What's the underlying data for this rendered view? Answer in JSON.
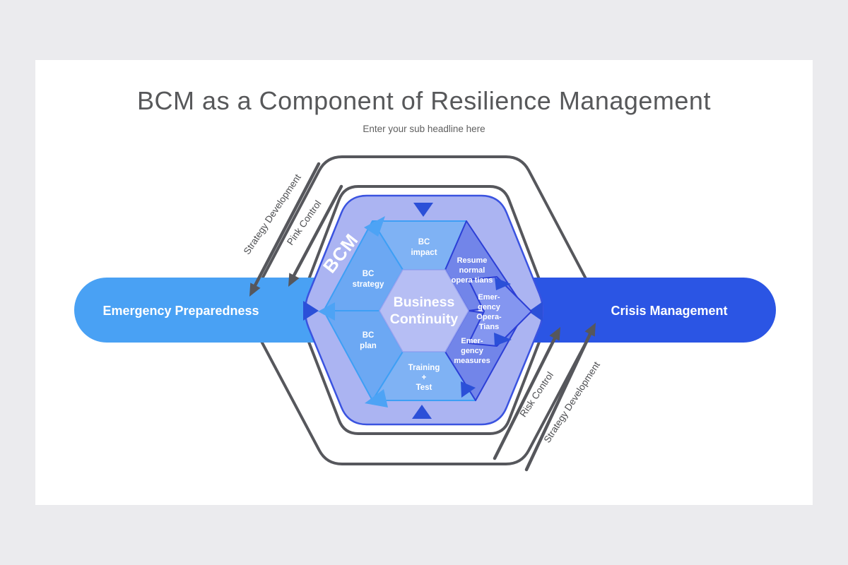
{
  "page": {
    "title": "BCM as a Component of Resilience Management",
    "subtitle": "Enter your sub headline here"
  },
  "colors": {
    "page_bg": "#ebebee",
    "slide_bg": "#ffffff",
    "outline_gray": "#56575c",
    "pill_left": "#49a1f4",
    "pill_right": "#2b55e4",
    "band_fill": "#abb4f2",
    "band_stroke": "#3a53e0",
    "band_arrow": "#2b50d8",
    "wedge_light_a": "#7fb2f4",
    "wedge_light_b": "#6ca8f3",
    "wedge_light_stroke": "#3e9ff5",
    "wedge_dark": "#7285e9",
    "wedge_dark_alt": "#8496f0",
    "wedge_dark_stroke": "#2c3fd6",
    "center_fill": "#b6bef4",
    "light_arrow": "#4da3f5"
  },
  "pills": {
    "left": "Emergency Preparedness",
    "right": "Crisis Management"
  },
  "ring": {
    "bcm": "BCM"
  },
  "flow_labels": {
    "tl_outer": "Strategy Development",
    "tl_inner": "Pink Control",
    "br_inner": "Risk Control",
    "br_outer": "Strategy Development"
  },
  "center": {
    "lines": [
      "Business",
      "Continuity"
    ]
  },
  "segments": {
    "impact": [
      "BC",
      "impact"
    ],
    "strategy": [
      "BC",
      "strategy"
    ],
    "plan": [
      "BC",
      "plan"
    ],
    "training": [
      "Training",
      "+",
      "Test"
    ],
    "resume": [
      "Resume",
      "normal",
      "opera tians"
    ],
    "operations": [
      "Emer-",
      "gency",
      "Opera-",
      "Tians"
    ],
    "measures": [
      "Emer-",
      "gency",
      "measures"
    ]
  }
}
